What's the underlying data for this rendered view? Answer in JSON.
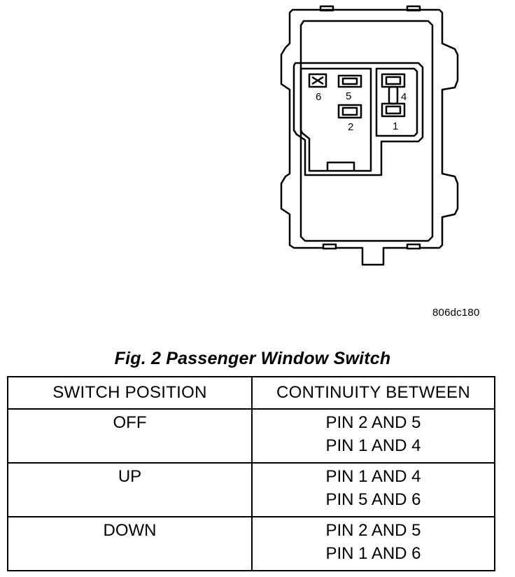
{
  "figure": {
    "code": "806dc180",
    "caption": "Fig. 2 Passenger Window Switch"
  },
  "pins": [
    "6",
    "5",
    "4",
    "2",
    "1"
  ],
  "table": {
    "headers": [
      "SWITCH POSITION",
      "CONTINUITY BETWEEN"
    ],
    "rows": [
      {
        "position": "OFF",
        "continuity": [
          "PIN 2 AND 5",
          "PIN 1 AND 4"
        ]
      },
      {
        "position": "UP",
        "continuity": [
          "PIN 1 AND 4",
          "PIN 5 AND 6"
        ]
      },
      {
        "position": "DOWN",
        "continuity": [
          "PIN 2 AND 5",
          "PIN 1 AND 6"
        ]
      }
    ]
  }
}
